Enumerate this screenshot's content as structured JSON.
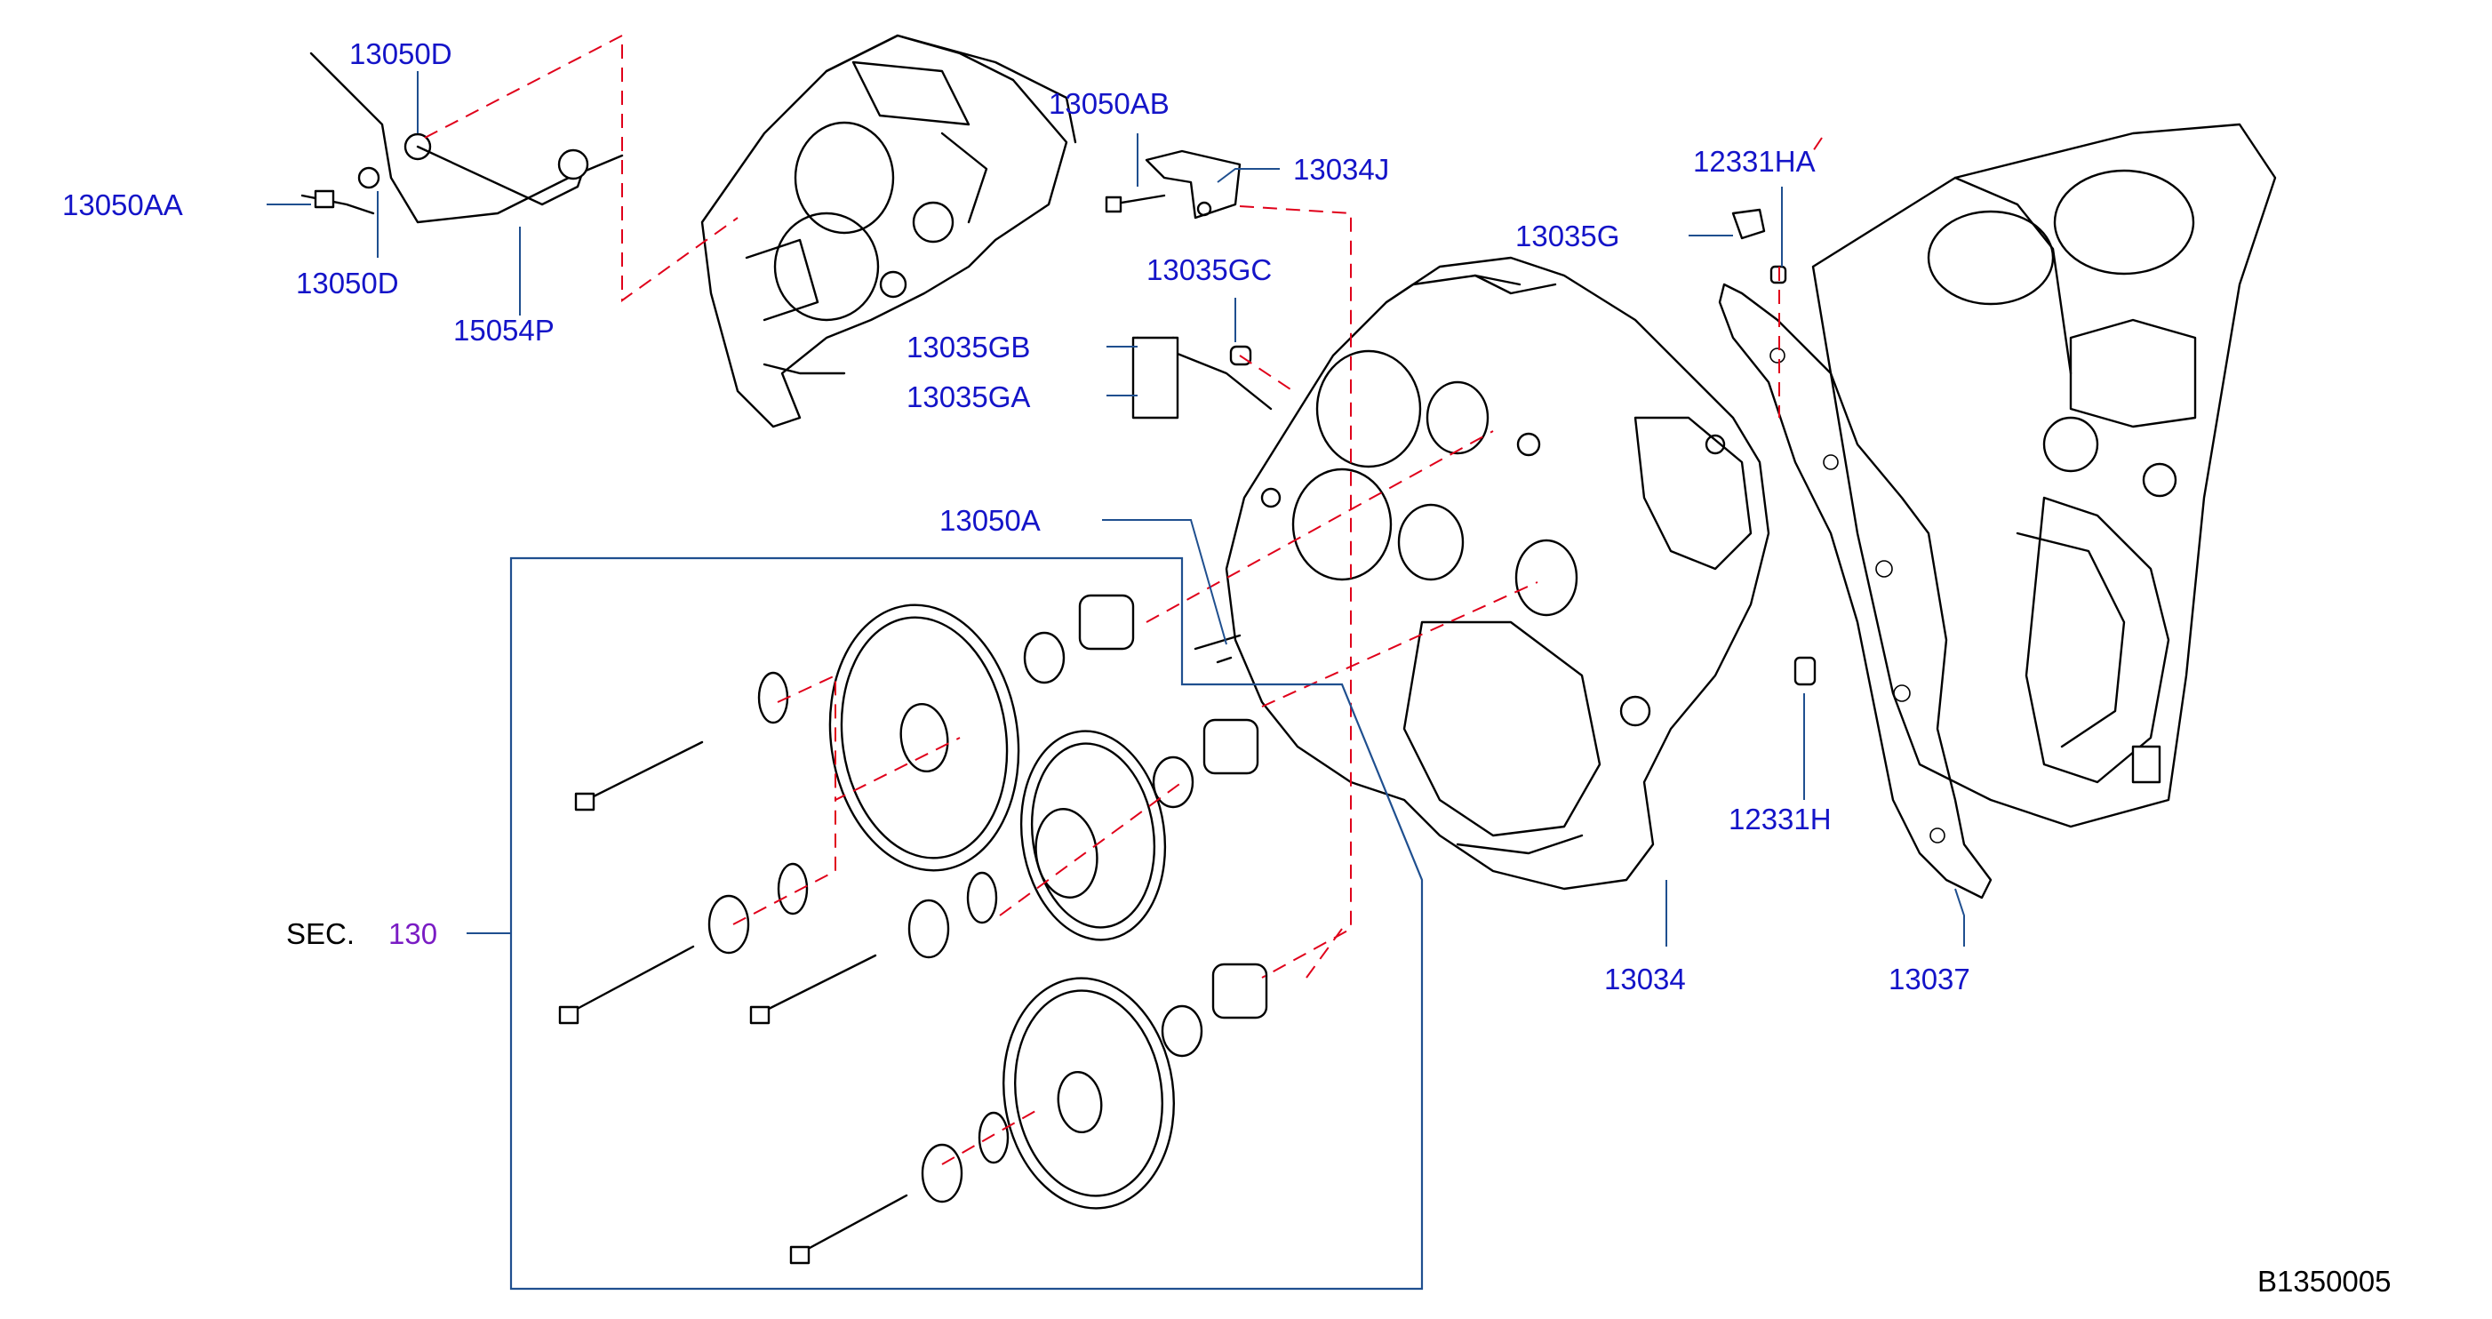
{
  "diagram": {
    "drawing_code": "B1350005",
    "section_ref": {
      "prefix": "SEC.",
      "number": "130"
    },
    "parts": {
      "p13050D_top": "13050D",
      "p13050AA": "13050AA",
      "p13050D_bottom": "13050D",
      "p15054P": "15054P",
      "p13050AB": "13050AB",
      "p13034J": "13034J",
      "p13035GC": "13035GC",
      "p13035GB": "13035GB",
      "p13035GA": "13035GA",
      "p12331HA": "12331HA",
      "p13035G": "13035G",
      "p13050A": "13050A",
      "p12331H": "12331H",
      "p13034": "13034",
      "p13037": "13037"
    }
  }
}
